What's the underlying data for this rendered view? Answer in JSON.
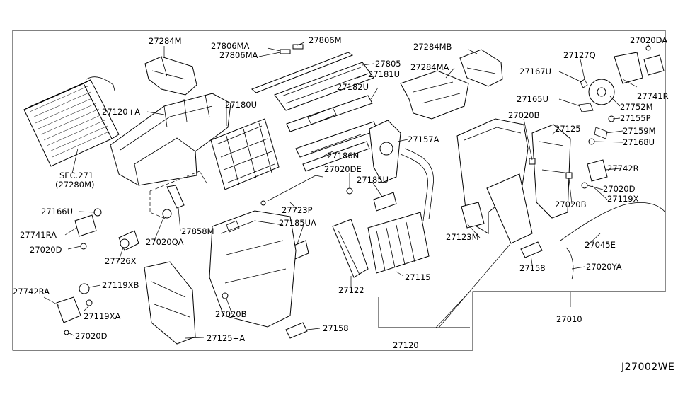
{
  "diagram_code": "J27002WE",
  "labels": {
    "p27284M": "27284M",
    "p27806MA_a": "27806MA",
    "p27806MA_b": "27806MA",
    "p27806M": "27806M",
    "p27805": "27805",
    "p27181U": "27181U",
    "p27182U": "27182U",
    "p27284MB": "27284MB",
    "p27284MA": "27284MA",
    "p27020DA": "27020DA",
    "p27127Q": "27127Q",
    "p27167U": "27167U",
    "p27741R": "27741R",
    "p27752M": "27752M",
    "p27165U": "27165U",
    "p27155P": "27155P",
    "p27020B_a": "27020B",
    "p27159M": "27159M",
    "p27125": "27125",
    "p27168U": "27168U",
    "p27120A": "27120+A",
    "p27180U": "27180U",
    "p27157A": "27157A",
    "pSEC271": "SEC.271",
    "p27280M": "(27280M)",
    "p27186N": "27186N",
    "p27020DE": "27020DE",
    "p27185U": "27185U",
    "p27742R": "27742R",
    "p27020D_a": "27020D",
    "p27119X": "27119X",
    "p27020B_b": "27020B",
    "p27166U": "27166U",
    "p27723P": "27723P",
    "p27185UA": "27185UA",
    "p27858M": "27858M",
    "p27020QA": "27020QA",
    "p27741RA": "27741RA",
    "p27020D_b": "27020D",
    "p27726X": "27726X",
    "p27123M": "27123M",
    "p27045E": "27045E",
    "p27158_a": "27158",
    "p27020YA": "27020YA",
    "p27119XB": "27119XB",
    "p27742RA": "27742RA",
    "p27119XA": "27119XA",
    "p27020D_c": "27020D",
    "p27122": "27122",
    "p27115": "27115",
    "p27020B_c": "27020B",
    "p27158_b": "27158",
    "p27125A": "27125+A",
    "p27010": "27010",
    "p27120": "27120"
  }
}
